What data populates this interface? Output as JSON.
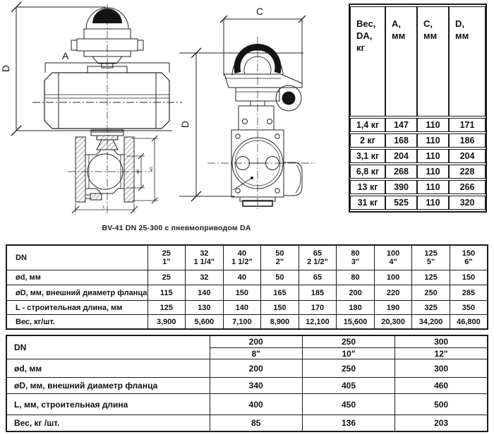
{
  "caption": "BV-41 DN 25-300 с пневмоприводом DA",
  "drawings": {
    "front_view": {
      "dim_a": "A",
      "dim_d": "D",
      "dim_l": "L",
      "dim_bore": "ød",
      "dim_flange": "øD"
    },
    "side_view": {
      "dim_c": "C",
      "dim_d": "D"
    }
  },
  "weight_table": {
    "col_headers": [
      "Вес,\nDA,\nкг",
      "A,\nмм",
      "C,\nмм",
      "D,\nмм"
    ],
    "rows": [
      [
        "1,4 кг",
        "147",
        "110",
        "171"
      ],
      [
        "2 кг",
        "168",
        "110",
        "186"
      ],
      [
        "3,1 кг",
        "204",
        "110",
        "204"
      ],
      [
        "6,8 кг",
        "268",
        "110",
        "228"
      ],
      [
        "13 кг",
        "390",
        "110",
        "266"
      ],
      [
        "31 кг",
        "525",
        "110",
        "320"
      ]
    ]
  },
  "spec_table_small": {
    "dn_label": "DN",
    "dn_mm": [
      "25",
      "32",
      "40",
      "50",
      "65",
      "80",
      "100",
      "125",
      "150"
    ],
    "dn_inch": [
      "1\"",
      "1 1/4\"",
      "1 1/2\"",
      "2\"",
      "2 1/2\"",
      "3\"",
      "4\"",
      "5\"",
      "6\""
    ],
    "rows": [
      {
        "label": "ød, мм",
        "values": [
          "25",
          "32",
          "40",
          "50",
          "65",
          "80",
          "100",
          "125",
          "150"
        ]
      },
      {
        "label": "øD, мм, внешний диаметр фланца",
        "values": [
          "115",
          "140",
          "150",
          "165",
          "185",
          "200",
          "220",
          "250",
          "285"
        ]
      },
      {
        "label": "L - строительная длина, мм",
        "values": [
          "125",
          "130",
          "140",
          "150",
          "170",
          "180",
          "190",
          "325",
          "350"
        ]
      },
      {
        "label": "Вес, кг/шт.",
        "values": [
          "3,900",
          "5,600",
          "7,100",
          "8,900",
          "12,100",
          "15,600",
          "20,300",
          "34,200",
          "46,800"
        ]
      }
    ]
  },
  "spec_table_large": {
    "dn_label": "DN",
    "dn_mm": [
      "200",
      "250",
      "300"
    ],
    "dn_inch": [
      "8\"",
      "10\"",
      "12\""
    ],
    "rows": [
      {
        "label": "ød, мм",
        "values": [
          "200",
          "250",
          "300"
        ]
      },
      {
        "label": "øD, мм, внешний диаметр фланца",
        "values": [
          "340",
          "405",
          "460"
        ]
      },
      {
        "label": "L, мм, строительная длина",
        "values": [
          "400",
          "450",
          "500"
        ]
      },
      {
        "label": "Вес, кг /шт.",
        "values": [
          "85",
          "136",
          "203"
        ]
      }
    ]
  }
}
